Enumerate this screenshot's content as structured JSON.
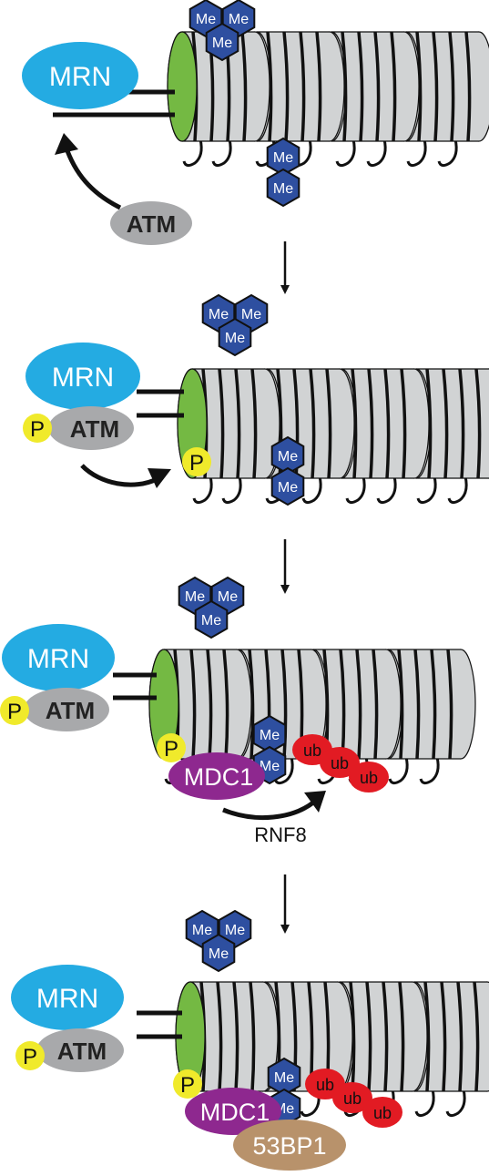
{
  "labels": {
    "mrn": "MRN",
    "atm": "ATM",
    "me": "Me",
    "phospho": "P",
    "mdc1": "MDC1",
    "ub": "ub",
    "rnf8": "RNF8",
    "bp53": "53BP1"
  },
  "colors": {
    "mrn": "#24abe2",
    "atm": "#a8a9ab",
    "me": "#2e4fa0",
    "phospho": "#f0ea2b",
    "mdc1": "#8e288f",
    "ub": "#e21b23",
    "bp53": "#b8926b",
    "nucleosome": "#d1d3d4",
    "dna_end": "#74b943",
    "dna": "#111111"
  },
  "steps": [
    {
      "name": "step-1-atm-recruitment"
    },
    {
      "name": "step-2-atm-autophosphorylation"
    },
    {
      "name": "step-3-mdc1-rnf8-ubiquitination"
    },
    {
      "name": "step-4-53bp1-recruitment"
    }
  ]
}
